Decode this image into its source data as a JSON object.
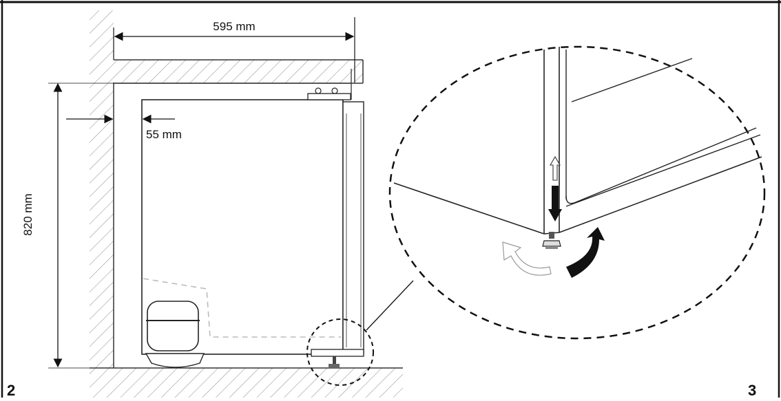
{
  "figure": {
    "labels": {
      "width": "595 mm",
      "gap": "55 mm",
      "height": "820 mm"
    },
    "figure_numbers": {
      "left": "2",
      "right": "3"
    }
  }
}
